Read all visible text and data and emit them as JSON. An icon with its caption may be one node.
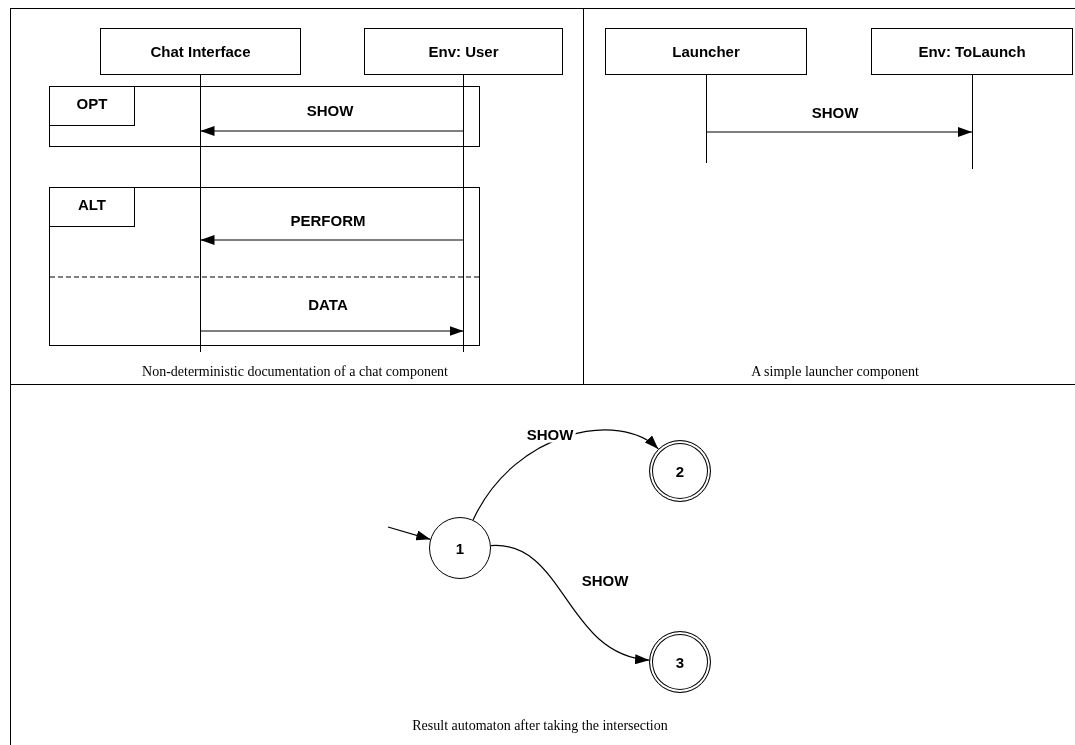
{
  "diagram": {
    "nodes": [
      {
        "text": [
          "Chat Interface"
        ]
      },
      {
        "text": [
          "Env: User"
        ]
      },
      {
        "text": [
          "Launcher"
        ]
      },
      {
        "text": [
          "Env: ToLaunch"
        ]
      },
      {
        "text": [
          "1"
        ]
      },
      {
        "text": [
          "2"
        ]
      },
      {
        "text": [
          "3"
        ]
      }
    ],
    "edges": [
      {
        "from": 1,
        "to": 0,
        "arrow": "to",
        "label": "SHOW"
      },
      {
        "from": 1,
        "to": 0,
        "arrow": "to",
        "label": "PERFORM"
      },
      {
        "from": 0,
        "to": 1,
        "arrow": "to",
        "label": "DATA"
      },
      {
        "from": 2,
        "to": 3,
        "arrow": "to",
        "label": "SHOW"
      },
      {
        "from": null,
        "to": 4,
        "arrow": "to"
      },
      {
        "from": 4,
        "to": 5,
        "arrow": "to",
        "label": "SHOW"
      },
      {
        "from": 4,
        "to": 6,
        "arrow": "to",
        "label": "SHOW"
      }
    ],
    "labels": [
      "OPT",
      "ALT",
      "Non-deterministic documentation of a chat component",
      "A simple launcher component",
      "Result automaton after taking the intersection"
    ]
  }
}
